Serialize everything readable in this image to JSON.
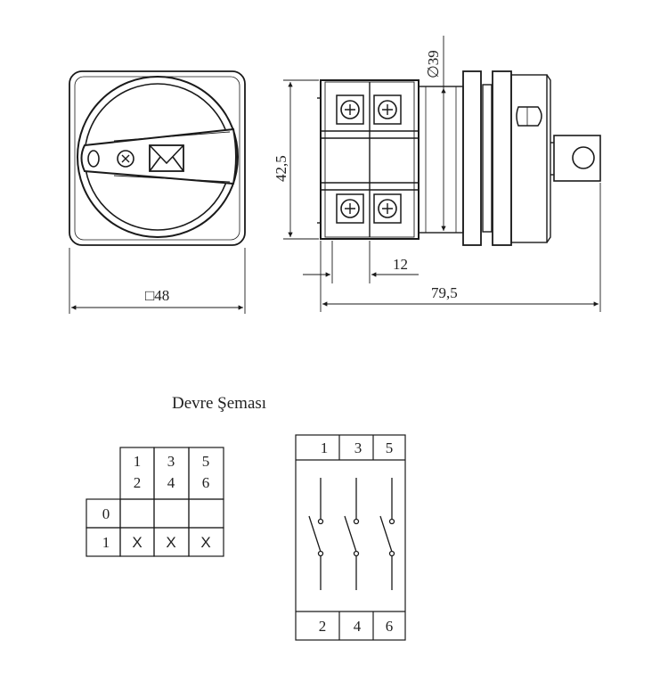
{
  "dimensions": {
    "width_label": "□48",
    "height_label": "42,5",
    "diameter_label": "∅39",
    "depth_label": "79,5",
    "terminal_label": "12"
  },
  "circuit": {
    "title": "Devre Şeması",
    "header_cols": [
      [
        "1",
        "2"
      ],
      [
        "3",
        "4"
      ],
      [
        "5",
        "6"
      ]
    ],
    "row_labels": [
      "0",
      "1"
    ],
    "row_marks": [
      [
        "",
        "",
        ""
      ],
      [
        "X",
        "X",
        "X"
      ]
    ],
    "top_terminals": [
      "1",
      "3",
      "5"
    ],
    "bottom_terminals": [
      "2",
      "4",
      "6"
    ]
  },
  "colors": {
    "line": "#1a1a1a",
    "body": "#ffffff"
  }
}
